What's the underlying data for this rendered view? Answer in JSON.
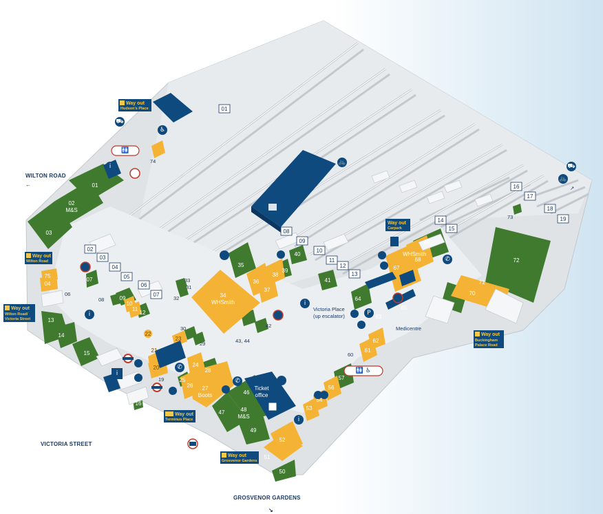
{
  "streets": {
    "wilton_road": "WILTON ROAD",
    "victoria_street": "VICTORIA STREET",
    "grosvenor_gardens": "GROSVENOR GARDENS"
  },
  "way_outs": [
    {
      "num": "1",
      "line1": "Way out",
      "line2": "Hudson's Place"
    },
    {
      "num": "3",
      "line1": "Way out",
      "line2": "Wilton Road"
    },
    {
      "num": "2",
      "line1": "Way out",
      "line2": "Wilton Road/ Victoria Street"
    },
    {
      "num": "5 6",
      "line1": "Way out",
      "line2": "Terminus Place"
    },
    {
      "num": "8",
      "line1": "Way out",
      "line2": "Grosvenor Gardens"
    },
    {
      "num": "7",
      "line1": "Way out",
      "line2": "Buckingham Palace Road"
    },
    {
      "num": "",
      "line1": "Way out",
      "line2": "Carpark"
    }
  ],
  "labels": {
    "victoria_place": "Victoria Place",
    "up_escalator": "(up escalator)",
    "medicentre": "Medicentre",
    "ticket_office_1": "Ticket",
    "ticket_office_2": "office"
  },
  "stores": {
    "s01": "01",
    "s02": "02",
    "s02b": "M&S",
    "s03": "03",
    "s04": "04",
    "s06": "06",
    "s07": "07",
    "s08": "08",
    "s09": "09",
    "s10": "10",
    "s11": "11",
    "s12": "12",
    "s13": "13",
    "s14": "14",
    "s15": "15",
    "s16": "16",
    "s19": "19",
    "s20": "20",
    "s21": "21",
    "s22": "22",
    "s23": "23",
    "s24": "24",
    "s25": "25",
    "s26": "26",
    "s27": "27",
    "s27b": "Boots",
    "s28": "28",
    "s29": "29",
    "s30": "30",
    "s31": "31",
    "s32": "32",
    "s33": "33",
    "s34": "34",
    "s34b": "WHSmith",
    "s35": "35",
    "s36": "36",
    "s37": "37",
    "s38": "38",
    "s39": "39",
    "s40": "40",
    "s41": "41",
    "s42": "42",
    "s4344": "43, 44",
    "s46": "46",
    "s47": "47",
    "s48": "48",
    "s48b": "M&S",
    "s49": "49",
    "s50": "50",
    "s51": "51",
    "s52": "52",
    "s53": "53",
    "s54": "54",
    "s56": "56",
    "s57": "57",
    "s60": "60",
    "s61": "61",
    "s62": "62",
    "s63": "63",
    "s64": "64",
    "s65": "65",
    "s67": "67",
    "s68": "68",
    "s68b": "WHSmith",
    "s69": "69",
    "s70": "70",
    "s71": "71",
    "s72": "72",
    "s73": "73",
    "s74": "74",
    "s75": "75"
  },
  "platforms": {
    "p01": "01",
    "p02": "02",
    "p03": "03",
    "p04": "04",
    "p05": "05",
    "p06": "06",
    "p07": "07",
    "p08": "08",
    "p09": "09",
    "p10": "10",
    "p11": "11",
    "p12": "12",
    "p13": "13",
    "p14": "14",
    "p15": "15",
    "p16": "16",
    "p17": "17",
    "p18": "18",
    "p19": "19"
  },
  "colors": {
    "green": "#3f7a2f",
    "yellow": "#f5b335",
    "navy": "#0f4a7e",
    "floor": "#e9ecee",
    "track": "#c9ced3",
    "sky": "#d7e9f4"
  }
}
